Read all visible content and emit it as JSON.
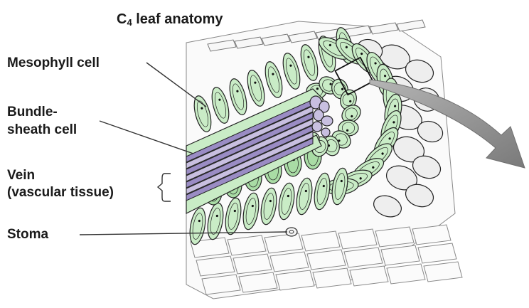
{
  "diagram": {
    "title_prefix": "C",
    "title_subscript": "4",
    "title_rest": " leaf anatomy",
    "labels": {
      "mesophyll": "Mesophyll cell",
      "bundle_line1": "Bundle-",
      "bundle_line2": "sheath cell",
      "vein_line1": "Vein",
      "vein_line2": "(vascular tissue)",
      "stoma": "Stoma"
    }
  },
  "colors": {
    "mesophyll_fill": "#c9ecc6",
    "mesophyll_inner": "#a9dca5",
    "vein_fill": "#c8bfe0",
    "vein_dark": "#9a8cc4",
    "spongy_fill": "#eeeeee",
    "outline": "#222222",
    "arrow": "#8f8f8f"
  }
}
